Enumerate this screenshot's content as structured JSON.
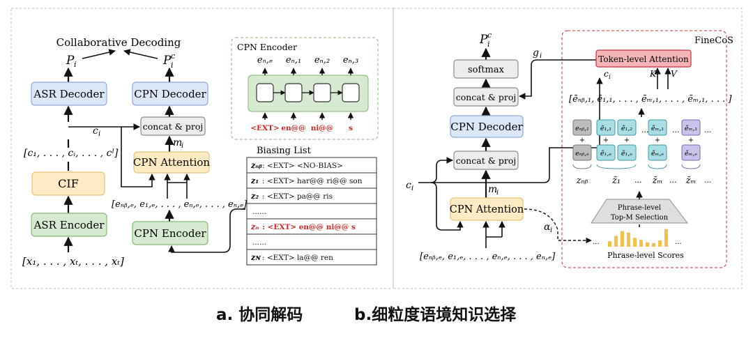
{
  "colors": {
    "asr_blue_fill": "#dbe6f7",
    "asr_blue_stroke": "#8fa9d6",
    "cif_yellow_fill": "#fdebc3",
    "cif_yellow_stroke": "#e7c27a",
    "green_fill": "#d6ead1",
    "green_stroke": "#86b878",
    "gray_fill": "#ececec",
    "gray_stroke": "#8c8c8c",
    "red_text": "#d42323",
    "pink_fill": "#f5b5b8",
    "pink_stroke": "#c8323a",
    "teal_fill": "#a8dde3",
    "teal_stroke": "#3d9aa5",
    "purple_fill": "#c9c3ea",
    "bar_yellow": "#f0c24a"
  },
  "left": {
    "title": "Collaborative Decoding",
    "p_i": "P",
    "p_i_sub": "i",
    "p_ic": "P",
    "p_ic_sub": "i",
    "p_ic_sup": "c",
    "asr_decoder": "ASR Decoder",
    "cpn_decoder": "CPN Decoder",
    "concat_proj": "concat & proj",
    "ci_label": "c",
    "ci_sub": "i",
    "mi_label": "m",
    "mi_sub": "i",
    "c_seq": "[c₁, . . . , cᵢ, . . . , cᴵ]",
    "cif": "CIF",
    "cpn_attention": "CPN Attention",
    "e_seq": "[eₙᵦ,ₑ, e₁,ₑ, . . . , eₙ,ₑ, . . . , eₙ,ₑ]",
    "asr_encoder": "ASR Encoder",
    "cpn_encoder": "CPN Encoder",
    "x_seq": "[x₁, . . . , xₜ, . . . , xₜ]",
    "inset": {
      "title": "CPN Encoder",
      "outputs": [
        "eₙ,ₑ",
        "eₙ,₁",
        "eₙ,₂",
        "eₙ,₃"
      ],
      "inputs": [
        "<EXT>",
        "en@@",
        "ni@@",
        "s"
      ]
    },
    "bias_list": {
      "title": "Biasing List",
      "rows": [
        {
          "label": "zₙᵦ",
          "text": ": <EXT>  <NO-BIAS>",
          "red": false
        },
        {
          "label": "z₁",
          "text": ": <EXT>  har@@  ri@@  son",
          "red": false
        },
        {
          "label": "z₂",
          "text": ": <EXT>  pa@@  ris",
          "red": false
        },
        {
          "label": "",
          "text": "......",
          "red": false
        },
        {
          "label": "zₙ",
          "text": ": <EXT>  en@@  ni@@  s",
          "red": true
        },
        {
          "label": "",
          "text": "......",
          "red": false
        },
        {
          "label": "zɴ",
          "text": ": <EXT>  la@@  ren",
          "red": false
        }
      ]
    }
  },
  "right": {
    "p_ic": "P",
    "p_ic_sub": "i",
    "p_ic_sup": "c",
    "softmax": "softmax",
    "concat_proj_top": "concat & proj",
    "cpn_decoder": "CPN Decoder",
    "concat_proj_bottom": "concat & proj",
    "cpn_attention": "CPN Attention",
    "ci_label": "c",
    "ci_sub": "i",
    "mi_label": "m",
    "mi_sub": "i",
    "gi_label": "g",
    "gi_sub": "i",
    "alpha_label": "α",
    "alpha_sub": "i",
    "e_seq": "[eₙᵦ,ₑ, e₁,ₑ, . . . , eₙ,ₑ, . . . , eₙ,ₑ]",
    "finecos": "FineCoS",
    "token_attention": "Token-level Attention",
    "ci_small": "c",
    "k_label": "K",
    "v_label": "V",
    "ebar_seq": "[ēₙᵦ,₁, ē₁,₁, . . . , ēₘ,₁, . . . , ēₘ,₁, . . . ]",
    "groups": [
      {
        "top": "eₙᵦ,₁",
        "bottom": "eₙᵦ,ₑ",
        "label": "zₙᵦ",
        "kind": "gray"
      },
      {
        "top": "ẽ₁,₁",
        "top2": "ẽ₁,₂",
        "bottom": "ẽ₁,ₑ",
        "bottom2": "ẽ₁,ₑ",
        "label": "z̃₁",
        "kind": "teal2"
      },
      {
        "top": "ẽₘ,₁",
        "bottom": "ẽₘ,ₑ",
        "label": "z̃ₘ",
        "kind": "teal"
      },
      {
        "top": "ẽₘ,₁",
        "bottom": "ẽₘ,ₑ",
        "label": "z̃ₘ",
        "kind": "purple"
      }
    ],
    "dots": "...",
    "plus": "+",
    "selection_line1": "Phrase-level",
    "selection_line2": "Top-M Selection",
    "scores_label": "Phrase-level Scores",
    "score_bars": [
      0.28,
      0.55,
      0.8,
      0.72,
      0.45,
      0.35,
      0.22,
      0.18,
      0.32,
      0.9
    ]
  },
  "captions": {
    "a": "a.  协同解码",
    "b": "b.细粒度语境知识选择"
  }
}
